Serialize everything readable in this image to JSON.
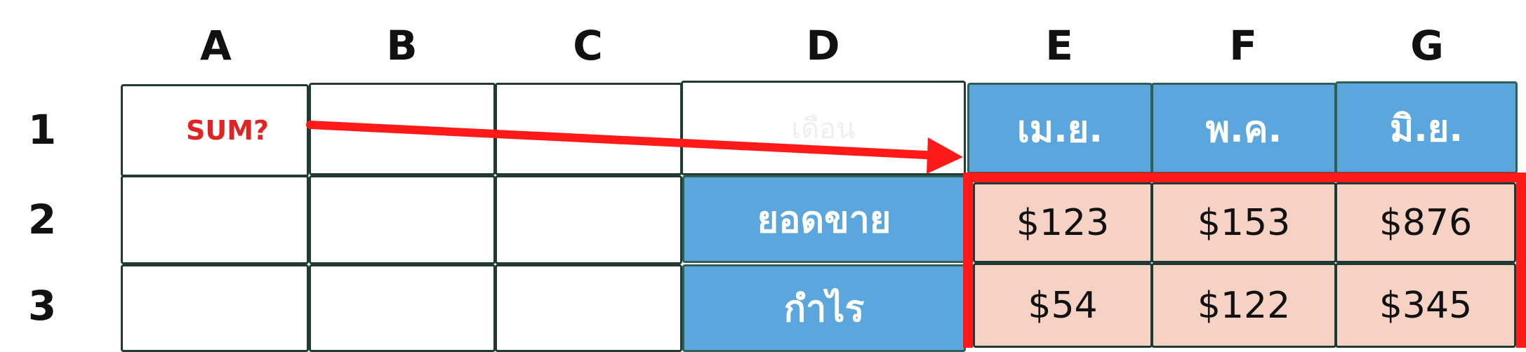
{
  "columns": [
    "A",
    "B",
    "C",
    "D",
    "E",
    "F",
    "G"
  ],
  "rows": [
    "1",
    "2",
    "3"
  ],
  "a1_text": "SUM?",
  "d1_text": "เดือน",
  "months": [
    "เม.ย.",
    "พ.ค.",
    "มิ.ย."
  ],
  "row_labels": [
    "ยอดขาย",
    "กำไร"
  ],
  "values": {
    "row2": [
      "$123",
      "$153",
      "$876"
    ],
    "row3": [
      "$54",
      "$122",
      "$345"
    ]
  },
  "colors": {
    "header_blue": "#5aa6dd",
    "value_fill": "#f5d2c4",
    "accent_red": "#ff1a1a",
    "grid_line": "#1f3b33"
  },
  "icons": [
    "arrow-right-icon"
  ]
}
